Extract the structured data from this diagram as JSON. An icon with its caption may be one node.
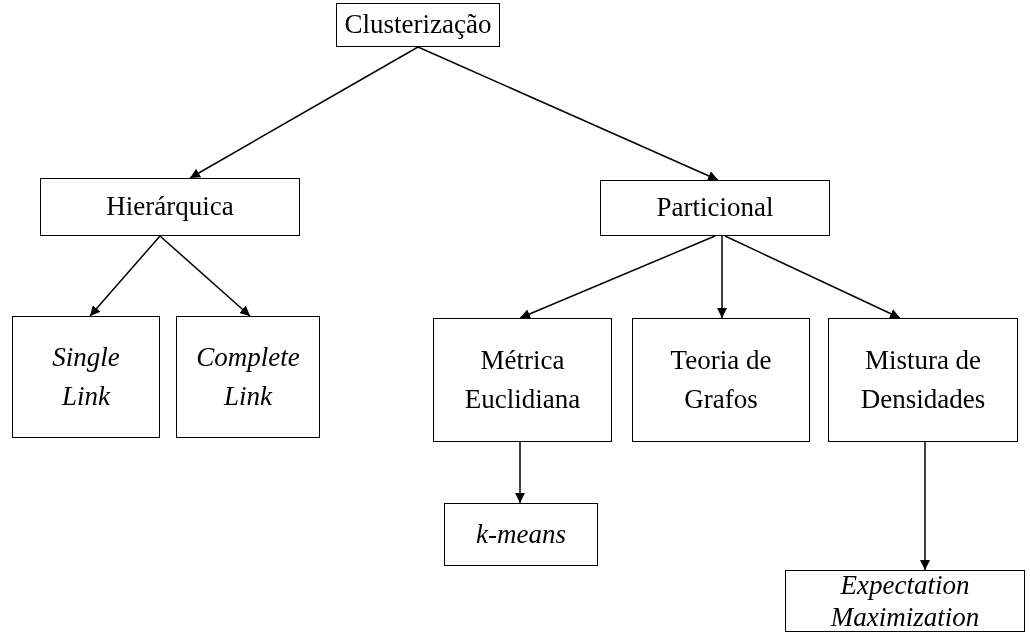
{
  "diagram": {
    "nodes": [
      {
        "text": [
          "Clusterização"
        ]
      },
      {
        "text": [
          "Hierárquica"
        ]
      },
      {
        "text": [
          "Particional"
        ]
      },
      {
        "text": [
          "Single Link"
        ]
      },
      {
        "text": [
          "Complete Link"
        ]
      },
      {
        "text": [
          "Métrica Euclidiana"
        ]
      },
      {
        "text": [
          "Teoria de Grafos"
        ]
      },
      {
        "text": [
          "Mistura de Densidades"
        ]
      },
      {
        "text": [
          "k-means"
        ]
      },
      {
        "text": [
          "Expectation Maximization"
        ]
      }
    ],
    "edges": [
      {
        "from": 0,
        "to": 1,
        "arrow": "to"
      },
      {
        "from": 0,
        "to": 2,
        "arrow": "to"
      },
      {
        "from": 1,
        "to": 3,
        "arrow": "to"
      },
      {
        "from": 1,
        "to": 4,
        "arrow": "to"
      },
      {
        "from": 2,
        "to": 5,
        "arrow": "to"
      },
      {
        "from": 2,
        "to": 6,
        "arrow": "to"
      },
      {
        "from": 2,
        "to": 7,
        "arrow": "to"
      },
      {
        "from": 5,
        "to": 8,
        "arrow": "to"
      },
      {
        "from": 7,
        "to": 9,
        "arrow": "to"
      }
    ]
  }
}
